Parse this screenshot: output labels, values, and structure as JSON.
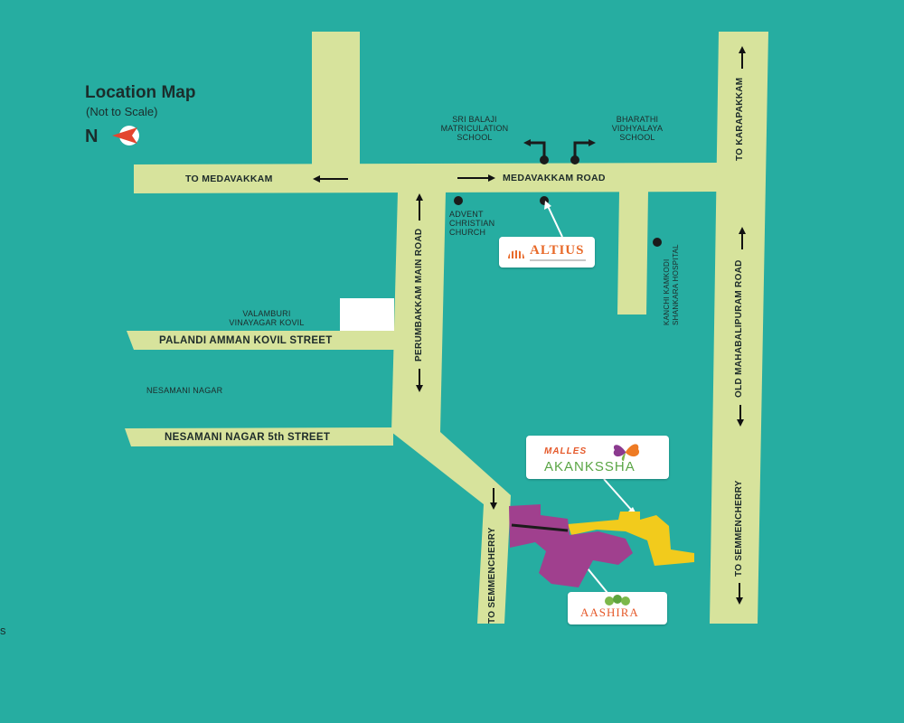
{
  "legend": {
    "title": "Location Map",
    "subtitle": "(Not to Scale)",
    "north": "N"
  },
  "roads": {
    "to_medavakkam": "TO MEDAVAKKAM",
    "medavakkam_road": "MEDAVAKKAM ROAD",
    "to_karapakkam": "TO KARAPAKKAM",
    "perumbakkam_main_road": "PERUMBAKKAM MAIN ROAD",
    "old_mahabalipuram_road": "OLD MAHABALIPURAM ROAD",
    "palandi_amman_kovil_street": "PALANDI AMMAN KOVIL STREET",
    "nesamani_nagar_5th_street": "NESAMANI NAGAR 5th STREET",
    "to_semmencherry_left": "TO SEMMENCHERRY",
    "to_semmencherry_right": "TO SEMMENCHERRY"
  },
  "landmarks": {
    "sri_balaji": [
      "SRI BALAJI",
      "MATRICULATION",
      "SCHOOL"
    ],
    "bharathi": [
      "BHARATHI",
      "VIDHYALAYA",
      "SCHOOL"
    ],
    "advent": [
      "ADVENT",
      "CHRISTIAN",
      "CHURCH"
    ],
    "kanchi": [
      "KANCHI KAMKODI",
      "SHANKARA HOSPITAL"
    ],
    "valamburi": [
      "VALAMBURI",
      "VINAYAGAR KOVIL"
    ],
    "nesamani_nagar": "NESAMANI NAGAR"
  },
  "logos": {
    "altius": "ALTIUS",
    "akanksha_top": "MALLES",
    "akanksha": "AKANKSSHA",
    "aashira": "AASHIRA"
  },
  "edge_text": "s",
  "colors": {
    "background": "#26ADA1",
    "road": "#D7E39C",
    "plot_purple": "#A0408E",
    "plot_yellow": "#F2CB1C",
    "text": "#1d2b2a"
  }
}
